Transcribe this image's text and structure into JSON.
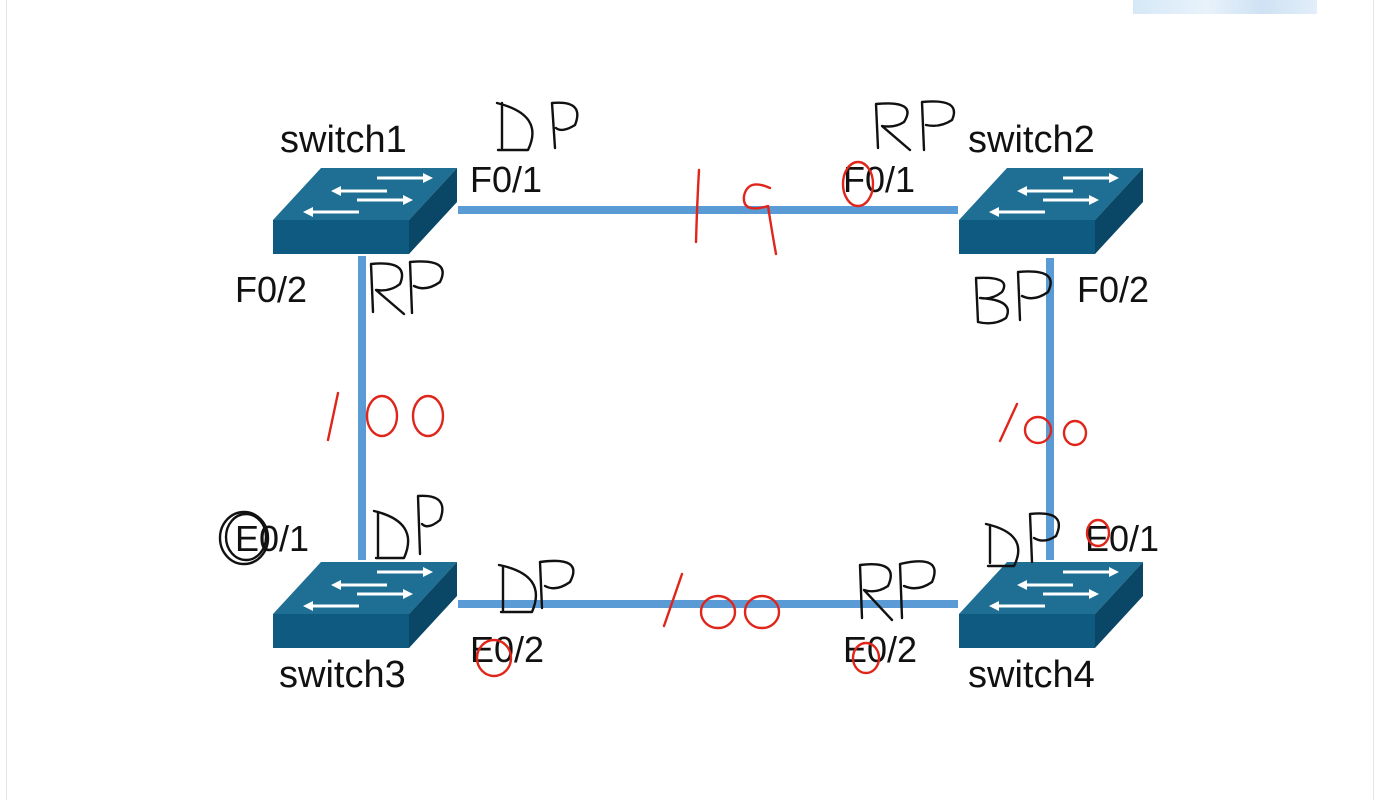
{
  "colors": {
    "link": "#5b9bd5",
    "switch_top": "#1f6f94",
    "switch_front": "#0f5a80",
    "switch_side": "#0a4766",
    "annotation_red": "#e0251b",
    "annotation_black": "#111111"
  },
  "switches": [
    {
      "id": "s1",
      "name": "switch1"
    },
    {
      "id": "s2",
      "name": "switch2"
    },
    {
      "id": "s3",
      "name": "switch3"
    },
    {
      "id": "s4",
      "name": "switch4"
    }
  ],
  "ports": {
    "s1_f01": "F0/1",
    "s1_f02": "F0/2",
    "s2_f01": "F0/1",
    "s2_f02": "F0/2",
    "s3_e01": "E0/1",
    "s3_e02": "E0/2",
    "s4_e01": "E0/1",
    "s4_e02": "E0/2"
  },
  "handwritten": {
    "roles": [
      "DP",
      "RP",
      "RP",
      "BP",
      "DP",
      "DP",
      "RP",
      "DP"
    ],
    "costs": [
      "19",
      "100",
      "100",
      "100"
    ]
  },
  "links": [
    {
      "from": "switch1",
      "from_port": "F0/1",
      "to": "switch2",
      "to_port": "F0/1",
      "cost": "19"
    },
    {
      "from": "switch1",
      "from_port": "F0/2",
      "to": "switch3",
      "to_port": "E0/1",
      "cost": "100"
    },
    {
      "from": "switch2",
      "from_port": "F0/2",
      "to": "switch4",
      "to_port": "E0/1",
      "cost": "100"
    },
    {
      "from": "switch3",
      "from_port": "E0/2",
      "to": "switch4",
      "to_port": "E0/2",
      "cost": "100"
    }
  ]
}
